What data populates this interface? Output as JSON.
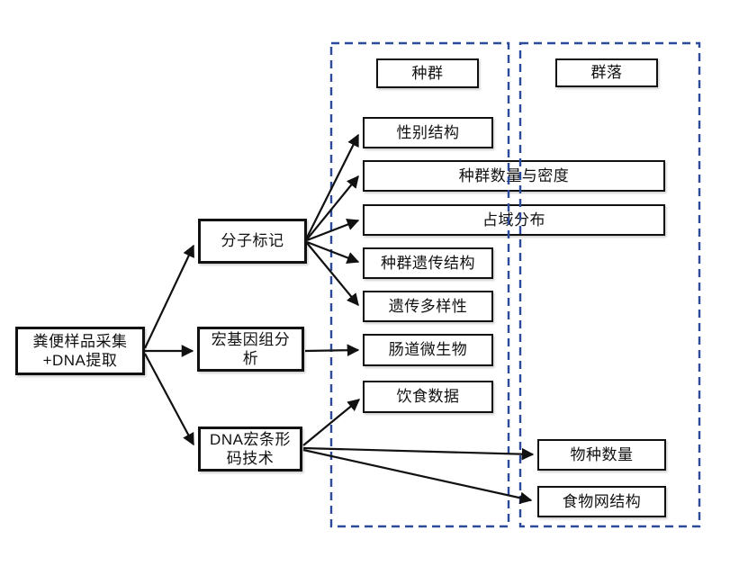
{
  "diagram": {
    "source": {
      "lines": [
        "粪便样品采集",
        "+DNA提取"
      ]
    },
    "methods": {
      "molecular": {
        "label": "分子标记"
      },
      "metagenome": {
        "label": "宏基因组分析",
        "lines": [
          "宏基因组分",
          "析"
        ]
      },
      "barcode": {
        "label": "DNA宏条形码技术",
        "lines": [
          "DNA宏条形",
          "码技术"
        ]
      }
    },
    "column_headers": {
      "population": {
        "label": "种群"
      },
      "community": {
        "label": "群落"
      }
    },
    "outcomes": {
      "sex_structure": {
        "label": "性别结构"
      },
      "population_size_density": {
        "label": "种群数量与密度"
      },
      "occupancy_distribution": {
        "label": "占域分布"
      },
      "population_genetic_structure": {
        "label": "种群遗传结构"
      },
      "genetic_diversity": {
        "label": "遗传多样性"
      },
      "gut_microbiota": {
        "label": "肠道微生物"
      },
      "diet_data": {
        "label": "饮食数据"
      },
      "species_count": {
        "label": "物种数量"
      },
      "food_web_structure": {
        "label": "食物网结构"
      }
    },
    "colors": {
      "dashed_border": "#2B4A9B",
      "box_border": "#111111",
      "arrow": "#111111",
      "background": "#FFFFFF"
    }
  }
}
